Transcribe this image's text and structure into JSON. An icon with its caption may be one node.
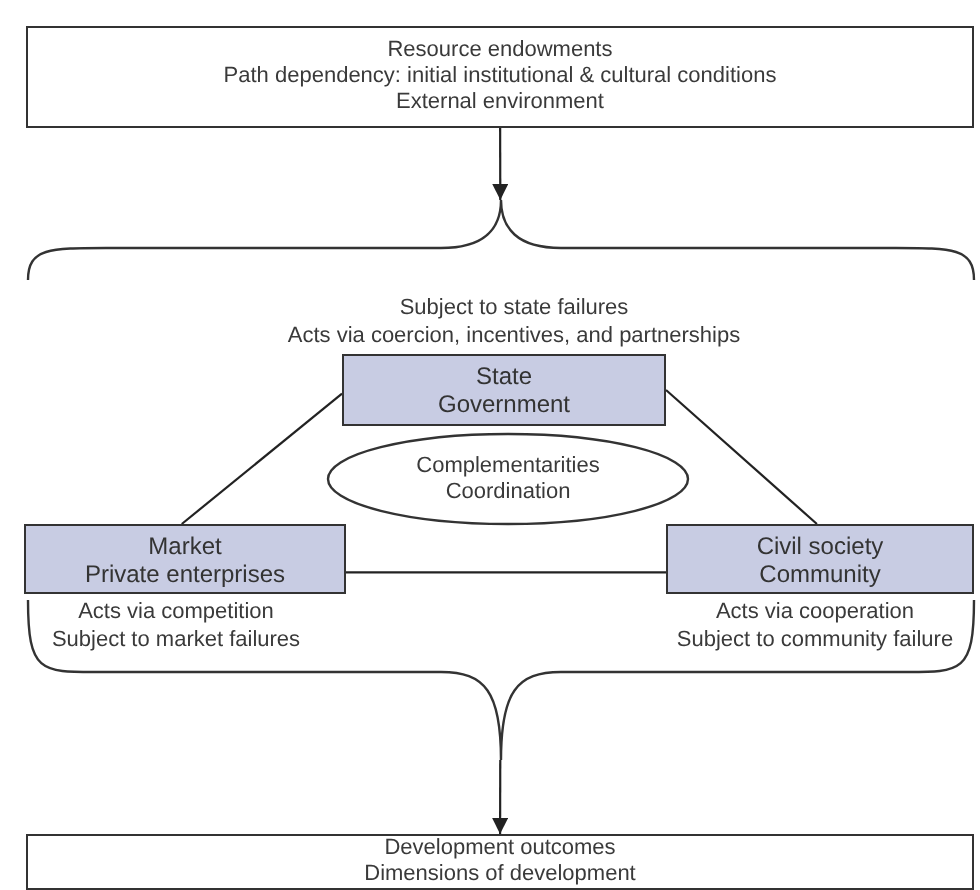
{
  "diagram": {
    "nodes": [
      {
        "text": [
          "Resource endowments",
          "Path dependency: initial institutional & cultural conditions",
          "External environment"
        ]
      },
      {
        "text": [],
        "shape": "brace"
      },
      {
        "text": [
          "State",
          "Government"
        ],
        "in": 1,
        "beside": [
          "Subject to state failures",
          "Acts via coercion, incentives, and partnerships"
        ]
      },
      {
        "text": [
          "Complementarities",
          "Coordination"
        ],
        "in": 1
      },
      {
        "text": [
          "Market",
          "Private enterprises"
        ],
        "in": 1,
        "beside": [
          "Acts via competition",
          "Subject to market failures"
        ]
      },
      {
        "text": [
          "Civil society",
          "Community"
        ],
        "in": 1,
        "beside": [
          "Acts via cooperation",
          "Subject to community failure"
        ]
      },
      {
        "text": [
          "Development outcomes",
          "Dimensions of development"
        ]
      }
    ],
    "edges": [
      {
        "from": 0,
        "to": 1,
        "arrow": "to"
      },
      {
        "from": 2,
        "to": 4,
        "arrow": "none"
      },
      {
        "from": 2,
        "to": 5,
        "arrow": "none"
      },
      {
        "from": 4,
        "to": 5,
        "arrow": "none"
      },
      {
        "from": 1,
        "to": 6,
        "arrow": "to"
      }
    ]
  }
}
